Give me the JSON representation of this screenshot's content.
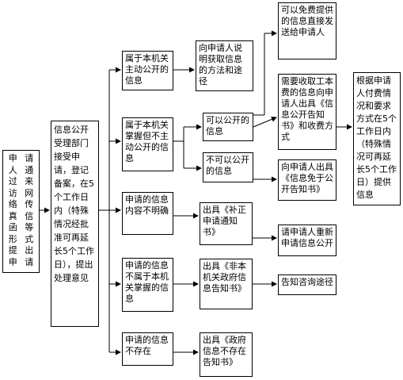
{
  "nodes": {
    "apply_col1": "申人过访络真函形提申",
    "apply_col2": "请通来网传信等式出请",
    "accept": "信息公开受理部门接受申请，登记备案，在5个工作日内（特殊情况经批准可再延长5个工作日），提出处理意见",
    "active_public": "属于本机关主动公开的信息",
    "grasp_not_active": "属于本机关掌握但不主动公开的信息",
    "unclear": "申请的信息内容不明确",
    "not_grasped": "申请的信息不属于本机关掌握的信息",
    "not_exist": "申请的信息不存在",
    "explain_method": "向申请人说明获取信息的方法和途径",
    "free_provide": "可以免费提供的信息直接发送给申请人",
    "can_public": "可以公开的信息",
    "cannot_public": "不可以公开的信息",
    "fee_info": "需要收取工本费的信息向申请人出具《信息公开告知书》和收费方式",
    "exempt_notice": "向申请人出具《信息免于公开告知书》",
    "pay_deadline": "根据申请人付费情况和要求方式在5个工作日内（特殊情况可再延长5个工作日）提供信息",
    "correction_notice": "出具《补正申请通知书》",
    "reapply": "请申请人重新申请信息公开",
    "not_organ_notice": "出具《非本机关政府信息告知书》",
    "inform_channel": "告知咨询途径",
    "not_exist_notice": "出具《政府信息不存在告知书》"
  }
}
